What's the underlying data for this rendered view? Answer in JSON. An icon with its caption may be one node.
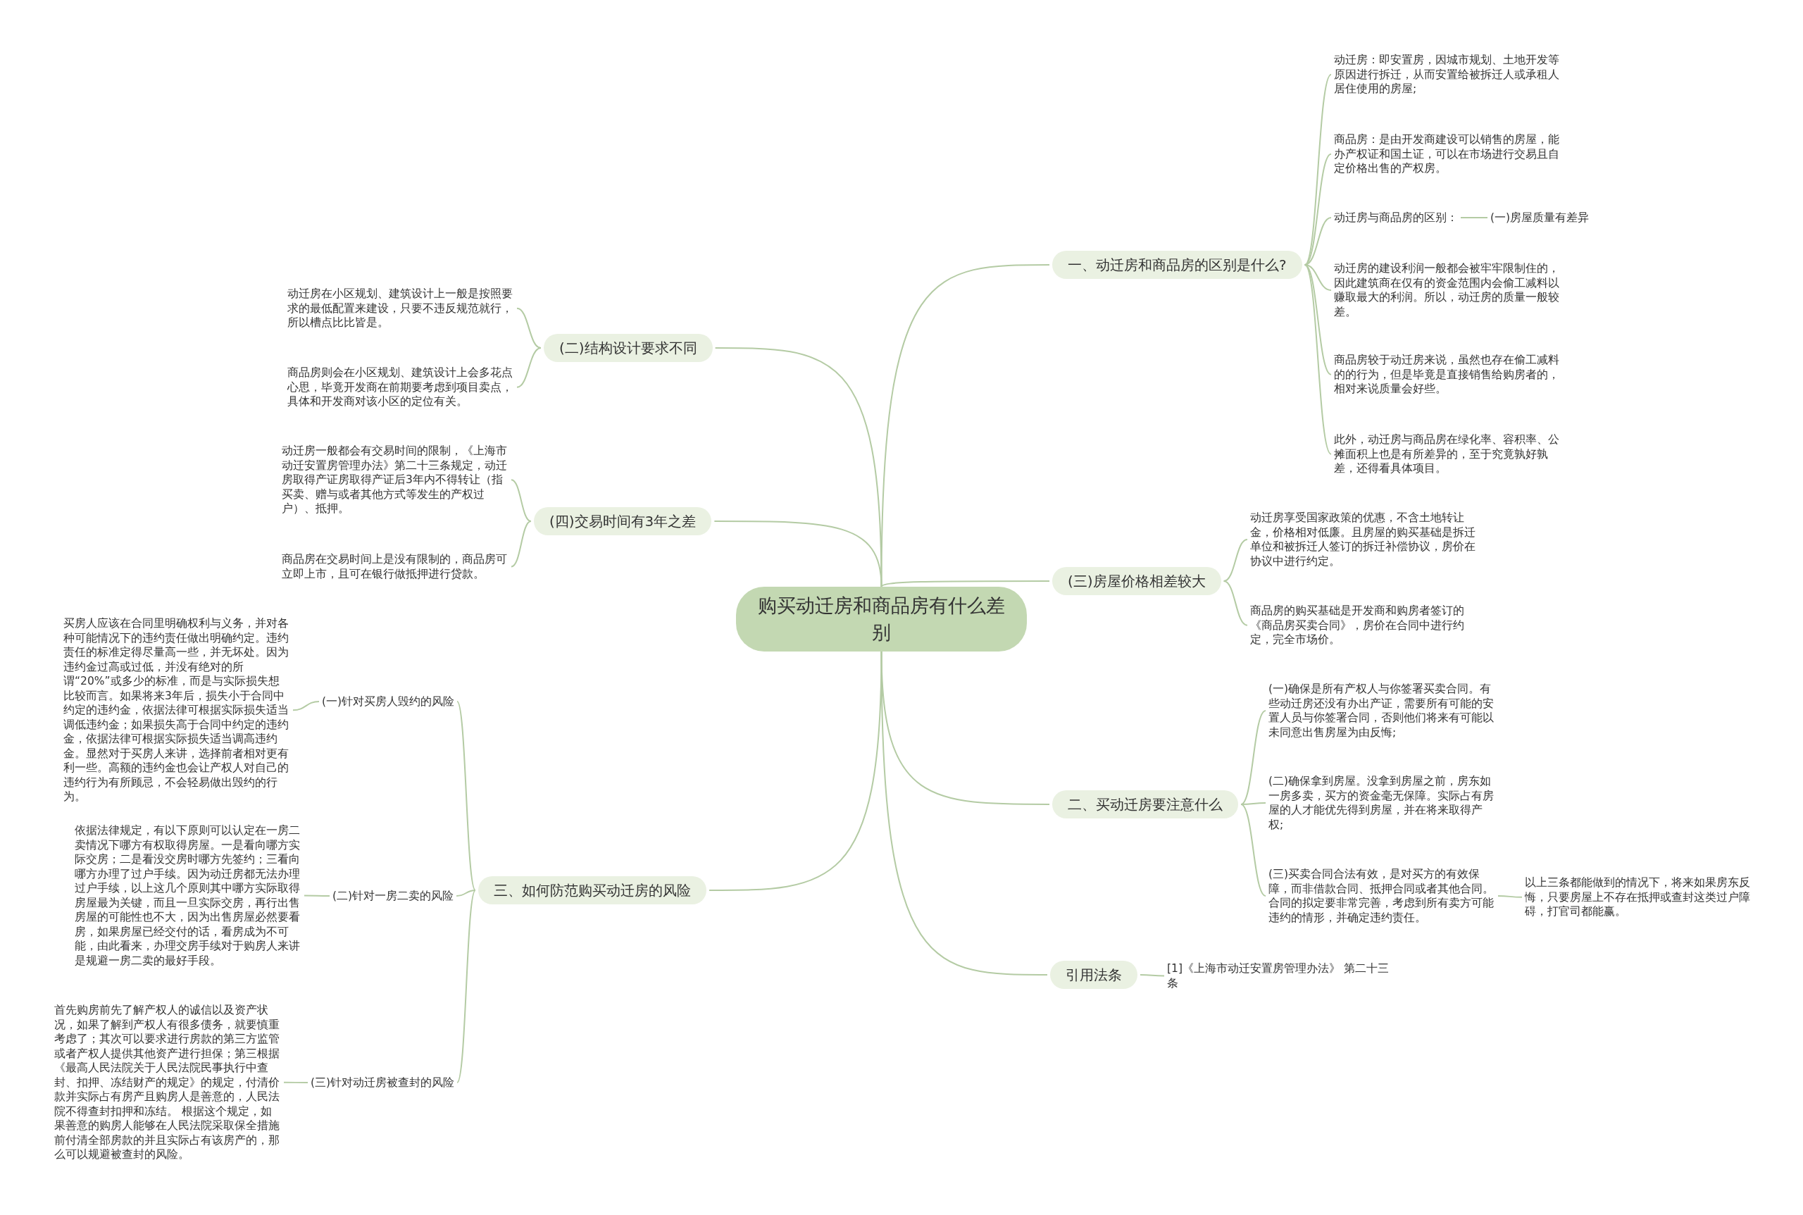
{
  "diagram": {
    "nodes": [
      {
        "text": [
          "购买动迁房和商品房有什么差别"
        ]
      },
      {
        "text": [
          "一、动迁房和商品房的区别是什么?"
        ]
      },
      {
        "text": [
          "动迁房：即安置房，因城市规划、土地开发等原因进行拆迁，从而安置给被拆迁人或承租人居住使用的房屋;"
        ]
      },
      {
        "text": [
          "商品房：是由开发商建设可以销售的房屋，能办产权证和国土证，可以在市场进行交易且自定价格出售的产权房。"
        ]
      },
      {
        "text": [
          "动迁房与商品房的区别："
        ]
      },
      {
        "text": [
          "(一)房屋质量有差异"
        ]
      },
      {
        "text": [
          "动迁房的建设利润一般都会被牢牢限制住的，因此建筑商在仅有的资金范围内会偷工减料以赚取最大的利润。所以，动迁房的质量一般较差。"
        ]
      },
      {
        "text": [
          "商品房较于动迁房来说，虽然也存在偷工减料的的行为，但是毕竟是直接销售给购房者的，相对来说质量会好些。"
        ]
      },
      {
        "text": [
          "此外，动迁房与商品房在绿化率、容积率、公摊面积上也是有所差异的，至于究竟孰好孰差，还得看具体项目。"
        ]
      },
      {
        "text": [
          "(三)房屋价格相差较大"
        ]
      },
      {
        "text": [
          "动迁房享受国家政策的优惠，不含土地转让金，价格相对低廉。且房屋的购买基础是拆迁单位和被拆迁人签订的拆迁补偿协议，房价在协议中进行约定。"
        ]
      },
      {
        "text": [
          "商品房的购买基础是开发商和购房者签订的《商品房买卖合同》，房价在合同中进行约定，完全市场价。"
        ]
      },
      {
        "text": [
          "二、买动迁房要注意什么"
        ]
      },
      {
        "text": [
          "(一)确保是所有产权人与你签署买卖合同。有些动迁房还没有办出产证，需要所有可能的安置人员与你签署合同，否则他们将来有可能以未同意出售房屋为由反悔;"
        ]
      },
      {
        "text": [
          "(二)确保拿到房屋。没拿到房屋之前，房东如一房多卖，买方的资金毫无保障。实际占有房屋的人才能优先得到房屋，并在将来取得产权;"
        ]
      },
      {
        "text": [
          "(三)买卖合同合法有效，是对买方的有效保障，而非借款合同、抵押合同或者其他合同。合同的拟定要非常完善，考虑到所有卖方可能违约的情形，并确定违约责任。"
        ]
      },
      {
        "text": [
          "以上三条都能做到的情况下，将来如果房东反悔，只要房屋上不存在抵押或查封这类过户障碍，打官司都能赢。"
        ]
      },
      {
        "text": [
          "引用法条"
        ]
      },
      {
        "text": [
          "[1]《上海市动迁安置房管理办法》 第二十三条"
        ]
      },
      {
        "text": [
          "(二)结构设计要求不同"
        ]
      },
      {
        "text": [
          "动迁房在小区规划、建筑设计上一般是按照要求的最低配置来建设，只要不违反规范就行，所以槽点比比皆是。"
        ]
      },
      {
        "text": [
          "商品房则会在小区规划、建筑设计上会多花点心思，毕竟开发商在前期要考虑到项目卖点，具体和开发商对该小区的定位有关。"
        ]
      },
      {
        "text": [
          "(四)交易时间有3年之差"
        ]
      },
      {
        "text": [
          "动迁房一般都会有交易时间的限制，《上海市动迁安置房管理办法》第二十三条规定，动迁房取得产证房取得产证后3年内不得转让（指买卖、赠与或者其他方式等发生的产权过户）、抵押。"
        ]
      },
      {
        "text": [
          "商品房在交易时间上是没有限制的，商品房可立即上市，且可在银行做抵押进行贷款。"
        ]
      },
      {
        "text": [
          "三、如何防范购买动迁房的风险"
        ]
      },
      {
        "text": [
          "(一)针对买房人毁约的风险"
        ]
      },
      {
        "text": [
          "买房人应该在合同里明确权利与义务，并对各种可能情况下的违约责任做出明确约定。违约责任的标准定得尽量高一些，并无坏处。因为违约金过高或过低，并没有绝对的所谓“20%”或多少的标准，而是与实际损失想比较而言。如果将来3年后，损失小于合同中约定的违约金，依据法律可根据实际损失适当调低违约金；如果损失高于合同中约定的违约金，依据法律可根据实际损失适当调高违约金。显然对于买房人来讲，选择前者相对更有利一些。高额的违约金也会让产权人对自己的违约行为有所顾忌，不会轻易做出毁约的行为。"
        ]
      },
      {
        "text": [
          "(二)针对一房二卖的风险"
        ]
      },
      {
        "text": [
          "依据法律规定，有以下原则可以认定在一房二卖情况下哪方有权取得房屋。一是看向哪方实际交房；二是看没交房时哪方先签约；三看向哪方办理了过户手续。因为动迁房都无法办理过户手续，以上这几个原则其中哪方实际取得房屋最为关键，而且一旦实际交房，再行出售房屋的可能性也不大，因为出售房屋必然要看房，如果房屋已经交付的话，看房成为不可能，由此看来，办理交房手续对于购房人来讲是规避一房二卖的最好手段。"
        ]
      },
      {
        "text": [
          "(三)针对动迁房被查封的风险"
        ]
      },
      {
        "text": [
          "首先购房前先了解产权人的诚信以及资产状况，如果了解到产权人有很多债务，就要慎重考虑了；其次可以要求进行房款的第三方监管或者产权人提供其他资产进行担保；第三根据《最高人民法院关于人民法院民事执行中查封、扣押、冻结财产的规定》的规定，付清价款并实际占有房产且购房人是善意的，人民法院不得查封扣押和冻结。 根据这个规定，如果善意的购房人能够在人民法院采取保全措施前付清全部房款的并且实际占有该房产的，那么可以规避被查封的风险。"
        ]
      }
    ],
    "edges": [
      {
        "from": 0,
        "to": 1,
        "arrow": "none"
      },
      {
        "from": 1,
        "to": 2,
        "arrow": "none"
      },
      {
        "from": 1,
        "to": 3,
        "arrow": "none"
      },
      {
        "from": 1,
        "to": 4,
        "arrow": "none"
      },
      {
        "from": 4,
        "to": 5,
        "arrow": "none"
      },
      {
        "from": 1,
        "to": 6,
        "arrow": "none"
      },
      {
        "from": 1,
        "to": 7,
        "arrow": "none"
      },
      {
        "from": 1,
        "to": 8,
        "arrow": "none"
      },
      {
        "from": 0,
        "to": 9,
        "arrow": "none"
      },
      {
        "from": 9,
        "to": 10,
        "arrow": "none"
      },
      {
        "from": 9,
        "to": 11,
        "arrow": "none"
      },
      {
        "from": 0,
        "to": 12,
        "arrow": "none"
      },
      {
        "from": 12,
        "to": 13,
        "arrow": "none"
      },
      {
        "from": 12,
        "to": 14,
        "arrow": "none"
      },
      {
        "from": 12,
        "to": 15,
        "arrow": "none"
      },
      {
        "from": 15,
        "to": 16,
        "arrow": "none"
      },
      {
        "from": 0,
        "to": 17,
        "arrow": "none"
      },
      {
        "from": 17,
        "to": 18,
        "arrow": "none"
      },
      {
        "from": 0,
        "to": 19,
        "arrow": "none"
      },
      {
        "from": 19,
        "to": 20,
        "arrow": "none"
      },
      {
        "from": 19,
        "to": 21,
        "arrow": "none"
      },
      {
        "from": 0,
        "to": 22,
        "arrow": "none"
      },
      {
        "from": 22,
        "to": 23,
        "arrow": "none"
      },
      {
        "from": 22,
        "to": 24,
        "arrow": "none"
      },
      {
        "from": 0,
        "to": 25,
        "arrow": "none"
      },
      {
        "from": 25,
        "to": 26,
        "arrow": "none"
      },
      {
        "from": 26,
        "to": 27,
        "arrow": "none"
      },
      {
        "from": 25,
        "to": 28,
        "arrow": "none"
      },
      {
        "from": 28,
        "to": 29,
        "arrow": "none"
      },
      {
        "from": 25,
        "to": 30,
        "arrow": "none"
      },
      {
        "from": 30,
        "to": 31,
        "arrow": "none"
      }
    ]
  }
}
